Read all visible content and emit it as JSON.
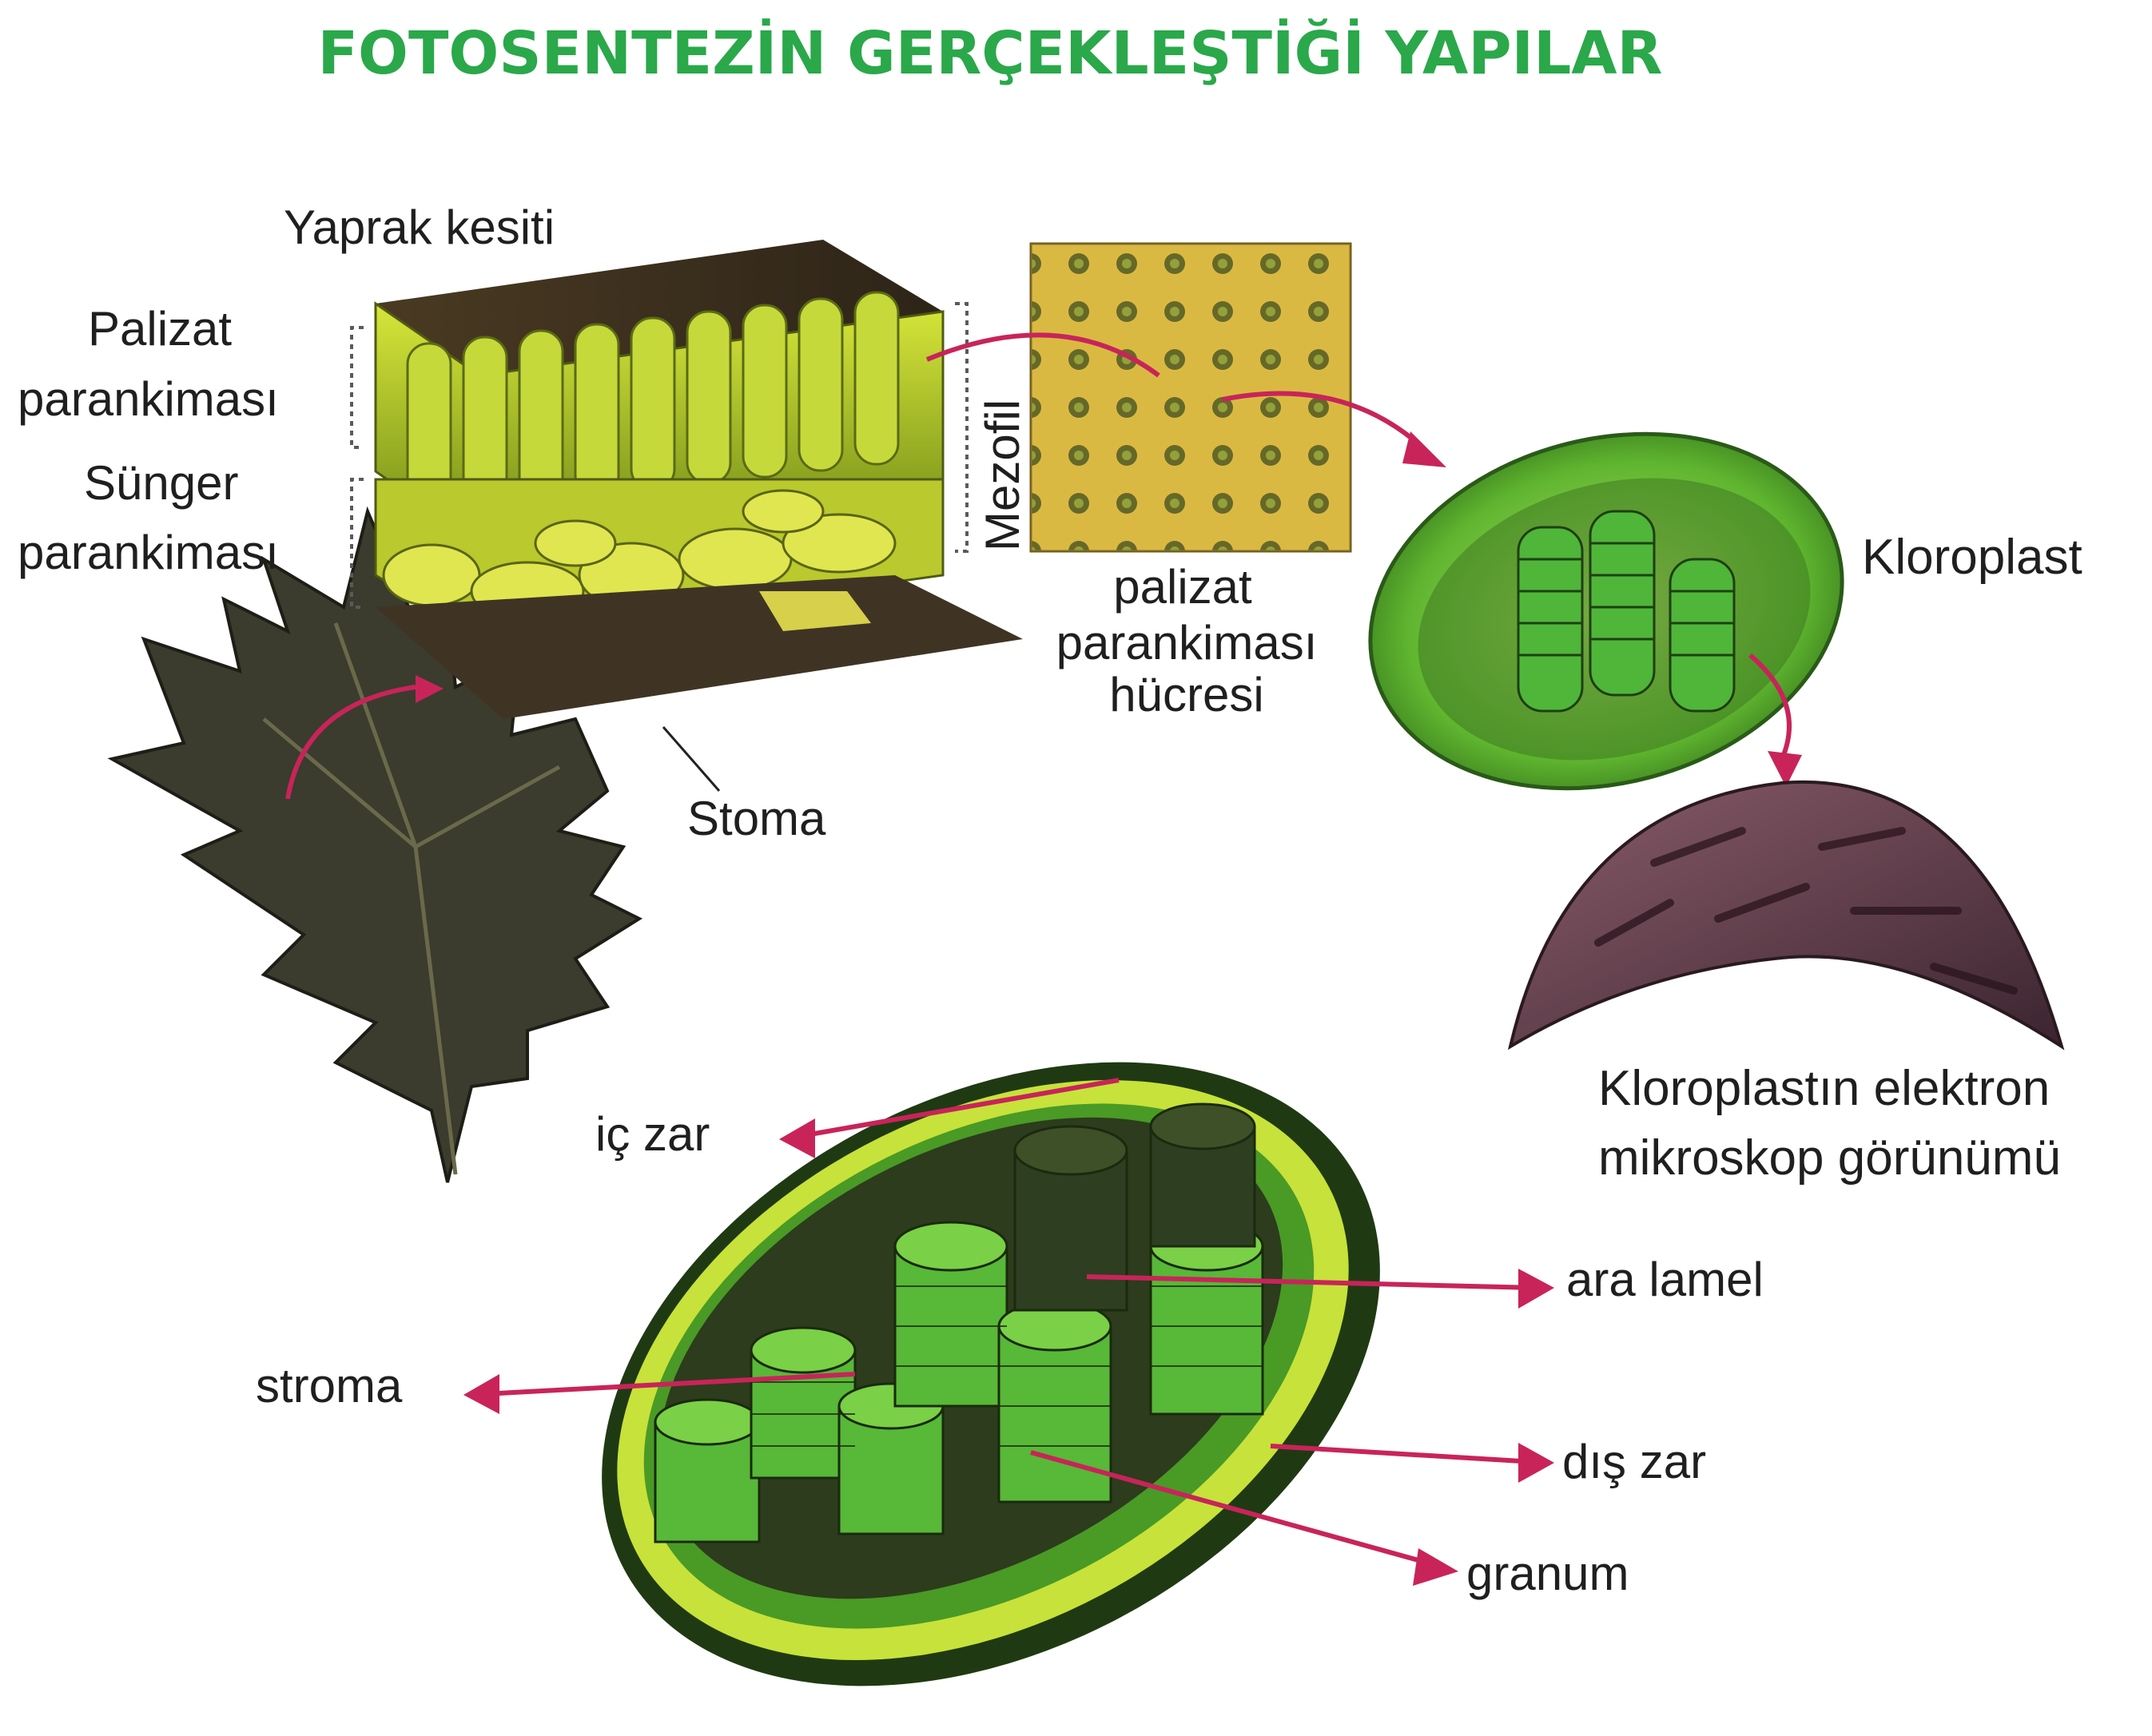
{
  "title": "FOTOSENTEZİN GERÇEKLEŞTİĞİ YAPILAR",
  "labels": {
    "yaprak_kesiti": "Yaprak kesiti",
    "palizat_line1": "Palizat",
    "palizat_line2": "parankiması",
    "sunger_line1": "Sünger",
    "sunger_line2": "parankiması",
    "mezofil": "Mezofil",
    "palizat_hucre_line1": "palizat",
    "palizat_hucre_line2": "parankiması",
    "palizat_hucre_line3": "hücresi",
    "kloroplast": "Kloroplast",
    "stoma": "Stoma",
    "elektron_line1": "Kloroplastın elektron",
    "elektron_line2": "mikroskop görünümü",
    "ic_zar": "iç zar",
    "ara_lamel": "ara lamel",
    "stroma": "stroma",
    "dis_zar": "dış zar",
    "granum": "granum"
  },
  "colors": {
    "title": "#2aa84a",
    "arrow": "#c8245a",
    "leaf": "#3a3a2e",
    "chloroplast_green": "#57c23a",
    "em_view": "#6b3f52"
  }
}
